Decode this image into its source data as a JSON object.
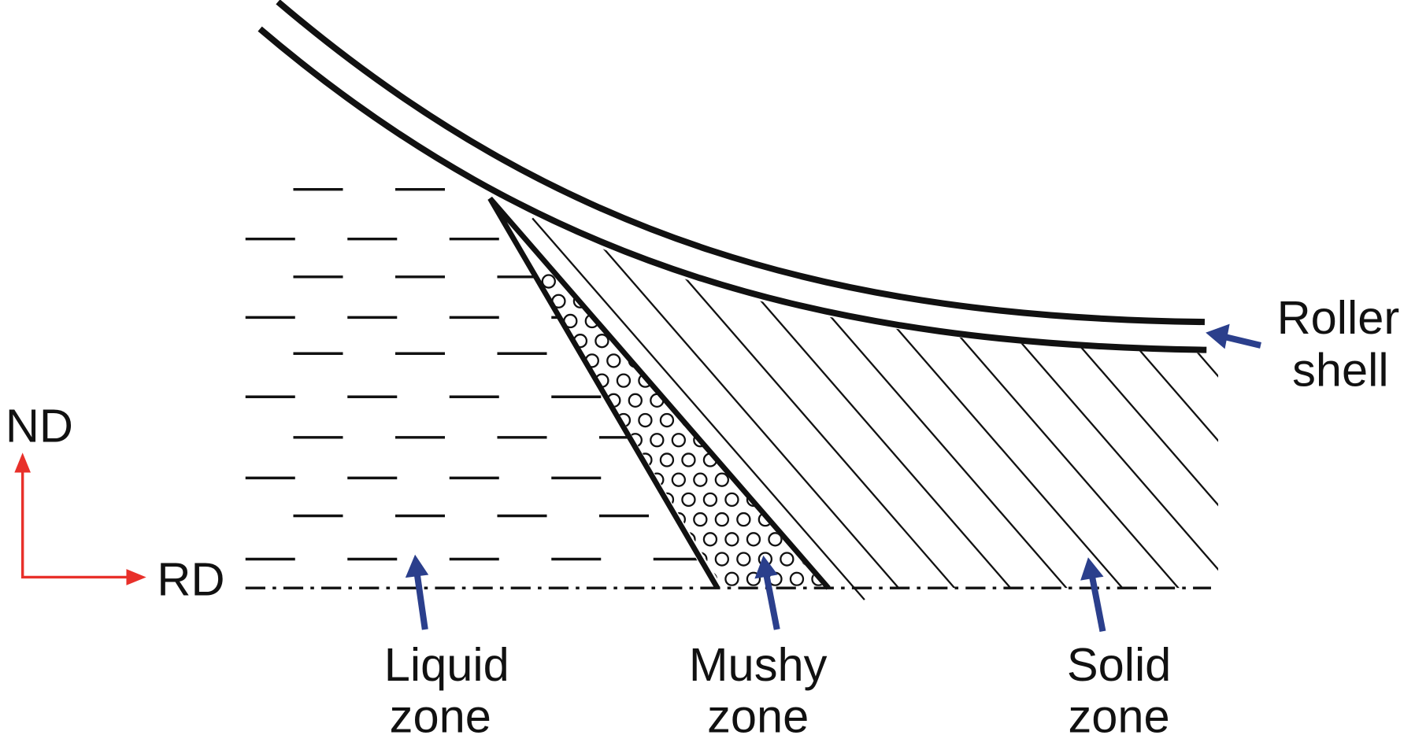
{
  "axes": {
    "vertical_label": "ND",
    "horizontal_label": "RD"
  },
  "labels": {
    "roller_shell": [
      "Roller",
      "shell"
    ],
    "liquid_zone": [
      "Liquid",
      "zone"
    ],
    "mushy_zone": [
      "Mushy",
      "zone"
    ],
    "solid_zone": [
      "Solid",
      "zone"
    ]
  },
  "colors": {
    "axis": "#e8302a",
    "pointer": "#2b3f8c",
    "line": "#111111"
  }
}
